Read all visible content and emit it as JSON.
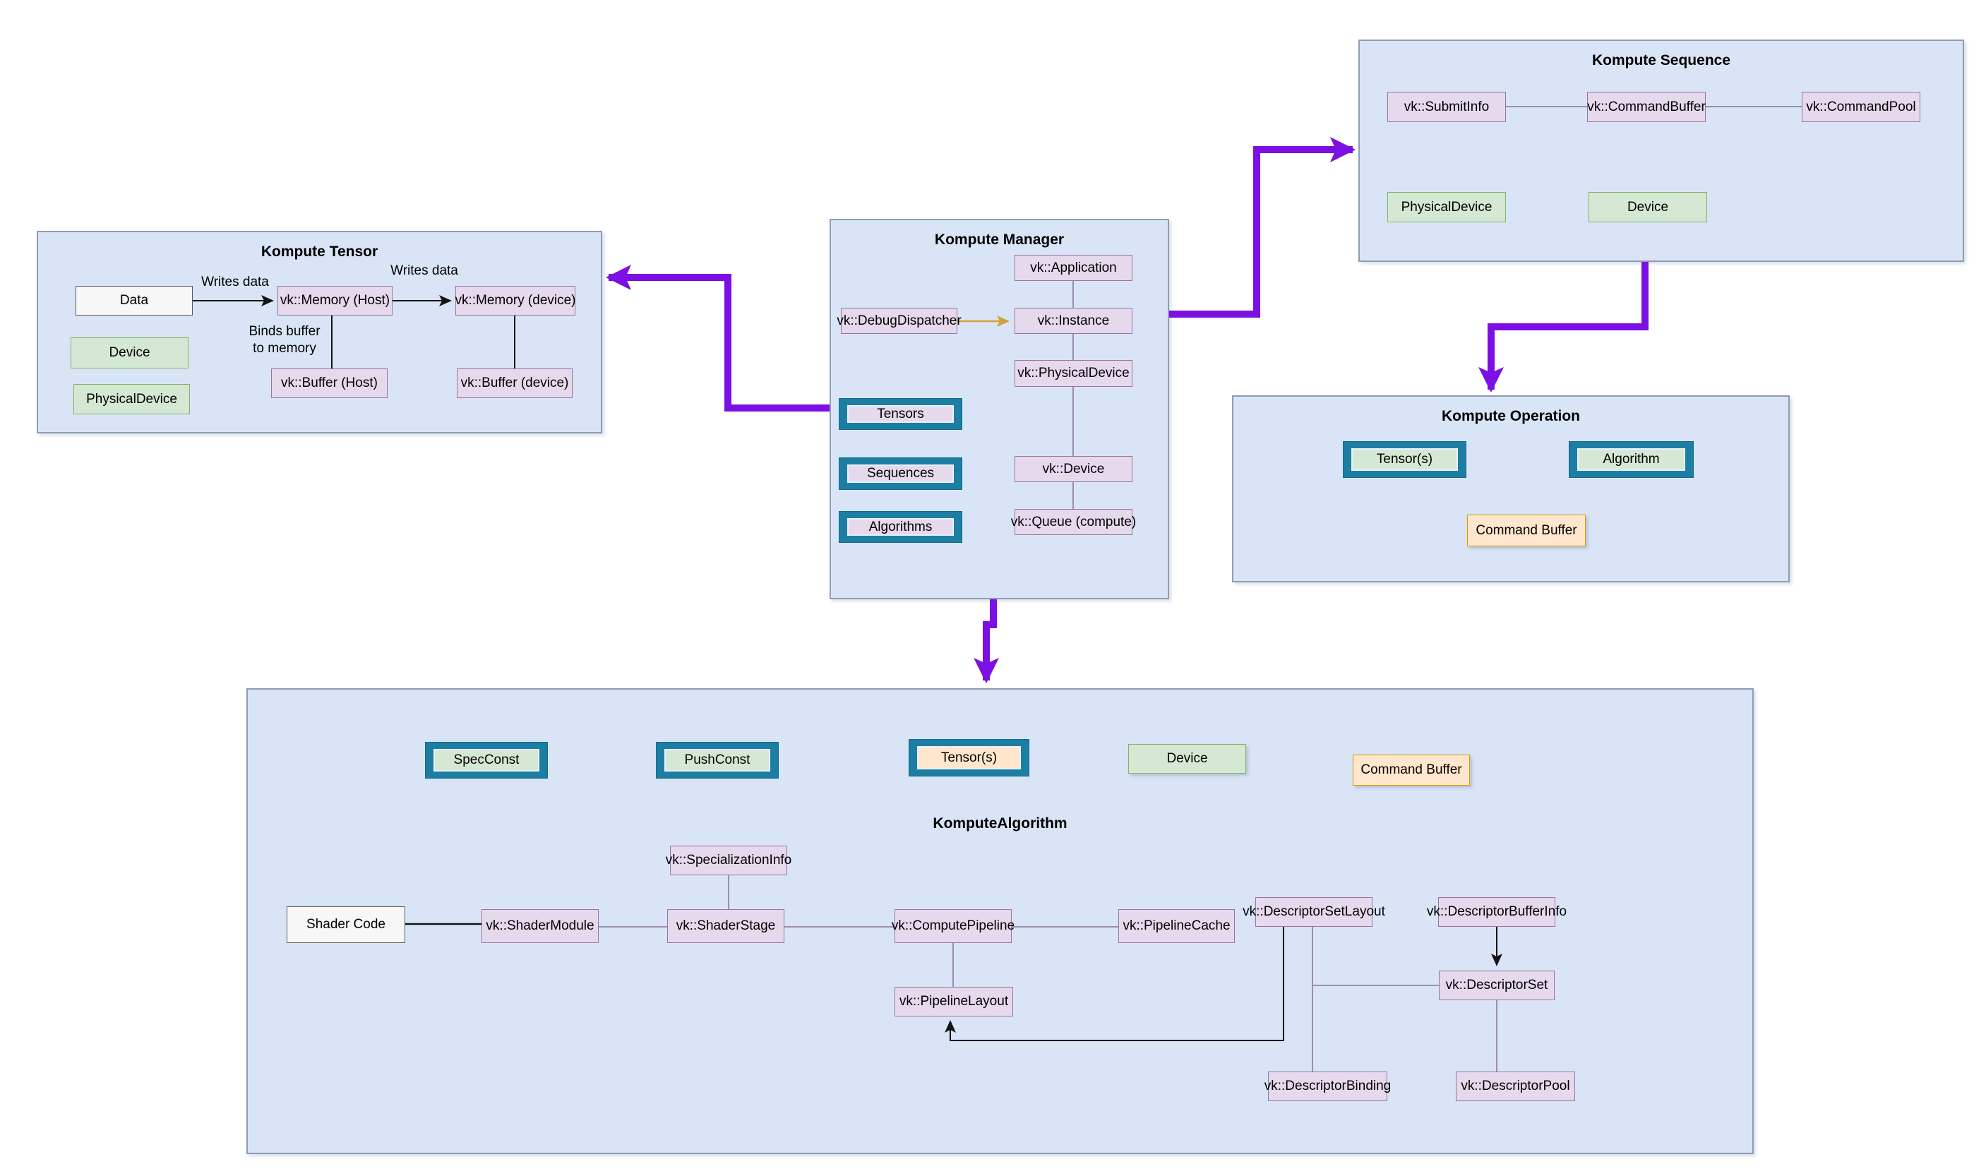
{
  "tensor": {
    "title": "Kompute Tensor",
    "nodes": {
      "data": "Data",
      "memory_host": "vk::Memory (Host)",
      "memory_device": "vk::Memory (device)",
      "device": "Device",
      "physical_device": "PhysicalDevice",
      "buffer_host": "vk::Buffer (Host)",
      "buffer_device": "vk::Buffer (device)"
    },
    "labels": {
      "writes_data": "Writes data",
      "binds_buffer_line1": "Binds buffer",
      "binds_buffer_line2": "to memory"
    }
  },
  "manager": {
    "title": "Kompute Manager",
    "nodes": {
      "application": "vk::Application",
      "debug_dispatcher": "vk::DebugDispatcher",
      "instance": "vk::Instance",
      "physical_device": "vk::PhysicalDevice",
      "device": "vk::Device",
      "queue": "vk::Queue (compute)",
      "tensors": "Tensors",
      "sequences": "Sequences",
      "algorithms": "Algorithms"
    }
  },
  "sequence": {
    "title": "Kompute Sequence",
    "nodes": {
      "submit_info": "vk::SubmitInfo",
      "command_buffer": "vk::CommandBuffer",
      "command_pool": "vk::CommandPool",
      "physical_device": "PhysicalDevice",
      "device": "Device"
    }
  },
  "operation": {
    "title": "Kompute Operation",
    "nodes": {
      "tensors": "Tensor(s)",
      "algorithm": "Algorithm",
      "command_buffer": "Command Buffer"
    }
  },
  "algorithm": {
    "title": "KomputeAlgorithm",
    "nodes": {
      "spec_const": "SpecConst",
      "push_const": "PushConst",
      "tensors": "Tensor(s)",
      "device": "Device",
      "command_buffer": "Command Buffer",
      "specialization_info": "vk::SpecializationInfo",
      "shader_code": "Shader Code",
      "shader_module": "vk::ShaderModule",
      "shader_stage": "vk::ShaderStage",
      "compute_pipeline": "vk::ComputePipeline",
      "pipeline_cache": "vk::PipelineCache",
      "descriptor_set_layout": "vk::DescriptorSetLayout",
      "descriptor_buffer_info": "vk::DescriptorBufferInfo",
      "pipeline_layout": "vk::PipelineLayout",
      "descriptor_set": "vk::DescriptorSet",
      "descriptor_binding": "vk::DescriptorBinding",
      "descriptor_pool": "vk::DescriptorPool"
    }
  },
  "colors": {
    "container_fill": "#d9e5f6",
    "container_border": "#8e9db5",
    "node_purple_fill": "#e6d9ec",
    "node_purple_border": "#9673a6",
    "node_green_fill": "#d5e8d4",
    "node_green_border": "#82b366",
    "node_orange_fill": "#ffe6cc",
    "node_orange_border": "#d79b00",
    "node_white_fill": "#f7f7f7",
    "teal_frame": "#1d7ea3",
    "flow_arrow_purple": "#7c0fe3",
    "debug_arrow_orange": "#d4a137",
    "connector_light": "#9c8cb5",
    "connector_black": "#141414"
  }
}
